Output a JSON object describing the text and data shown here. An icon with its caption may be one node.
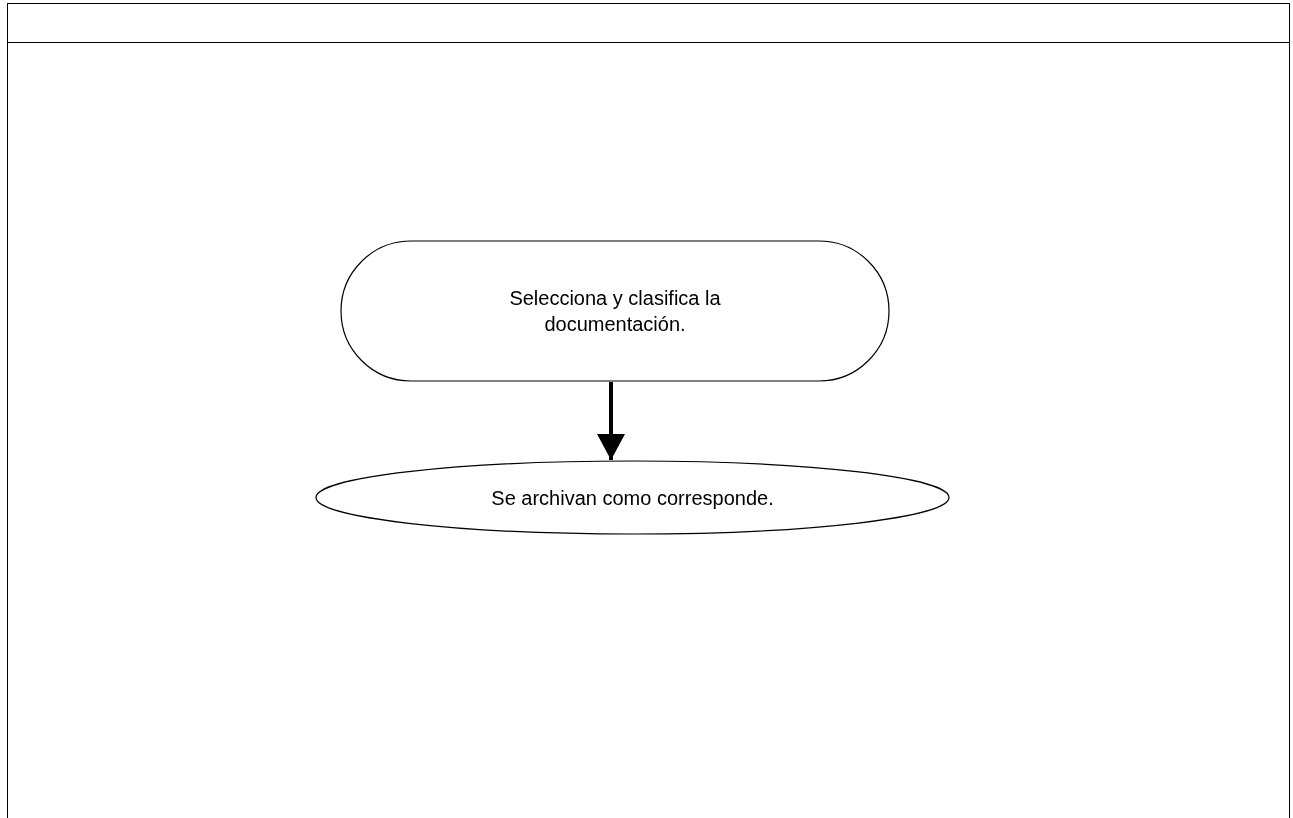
{
  "diagram": {
    "nodes": [
      {
        "text": [
          "Selecciona y clasifica la documentación."
        ]
      },
      {
        "text": [
          "Se archivan como corresponde."
        ]
      }
    ],
    "edges": [
      {
        "from": 0,
        "to": 1,
        "arrow": "to"
      }
    ]
  }
}
